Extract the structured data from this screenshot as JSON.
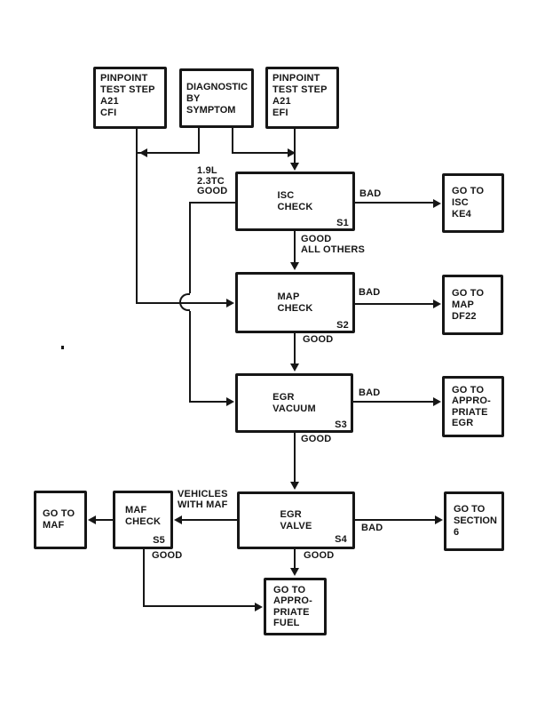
{
  "page": {
    "background": "#ffffff",
    "ink": "#161616"
  },
  "boxes": {
    "pinpoint_cfi": {
      "lines": [
        "PINPOINT",
        "TEST STEP",
        "A21",
        "CFI"
      ]
    },
    "diagnostic": {
      "lines": [
        "DIAGNOSTIC",
        "BY",
        "SYMPTOM"
      ]
    },
    "pinpoint_efi": {
      "lines": [
        "PINPOINT",
        "TEST STEP",
        "A21",
        "EFI"
      ]
    },
    "isc_check": {
      "lines": [
        "ISC",
        "CHECK"
      ],
      "tag": "S1"
    },
    "goto_isc": {
      "lines": [
        "GO TO",
        "ISC",
        "KE4"
      ]
    },
    "map_check": {
      "lines": [
        "MAP",
        "CHECK"
      ],
      "tag": "S2"
    },
    "goto_map": {
      "lines": [
        "GO TO",
        "MAP",
        "DF22"
      ]
    },
    "egr_vacuum": {
      "lines": [
        "EGR",
        "VACUUM"
      ],
      "tag": "S3"
    },
    "goto_egr": {
      "lines": [
        "GO TO",
        "APPRO-",
        "PRIATE",
        "EGR"
      ]
    },
    "egr_valve": {
      "lines": [
        "EGR",
        "VALVE"
      ],
      "tag": "S4"
    },
    "goto_section6": {
      "lines": [
        "GO TO",
        "SECTION",
        "6"
      ]
    },
    "goto_maf": {
      "lines": [
        "GO TO",
        "MAF"
      ]
    },
    "maf_check": {
      "lines": [
        "MAF",
        "CHECK"
      ],
      "tag": "S5"
    },
    "goto_fuel": {
      "lines": [
        "GO TO",
        "APPRO-",
        "PRIATE",
        "FUEL"
      ]
    }
  },
  "labels": {
    "isc_left_condition": "1.9L\n2.3TC\nGOOD",
    "isc_bad": "BAD",
    "isc_good": "GOOD\nALL OTHERS",
    "map_bad": "BAD",
    "map_good": "GOOD",
    "egr_vacuum_bad": "BAD",
    "egr_vacuum_good": "GOOD",
    "egr_valve_bad": "BAD",
    "egr_valve_good": "GOOD",
    "vehicles_with_maf": "VEHICLES\nWITH MAF",
    "maf_good": "GOOD"
  }
}
